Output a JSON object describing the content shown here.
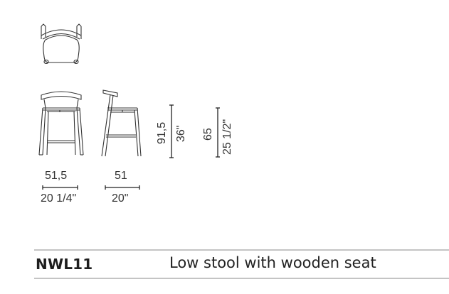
{
  "drawing": {
    "views": [
      "top-view",
      "front-view",
      "side-view"
    ],
    "dimensions": {
      "front_width": {
        "metric": "51,5",
        "imperial": "20 1/4\""
      },
      "side_depth": {
        "metric": "51",
        "imperial": "20\""
      },
      "total_height": {
        "metric": "91,5",
        "imperial": "36\""
      },
      "seat_height": {
        "metric": "65",
        "imperial": "25 1/2\""
      }
    }
  },
  "product": {
    "code": "NWL11",
    "description": "Low stool with wooden seat"
  }
}
